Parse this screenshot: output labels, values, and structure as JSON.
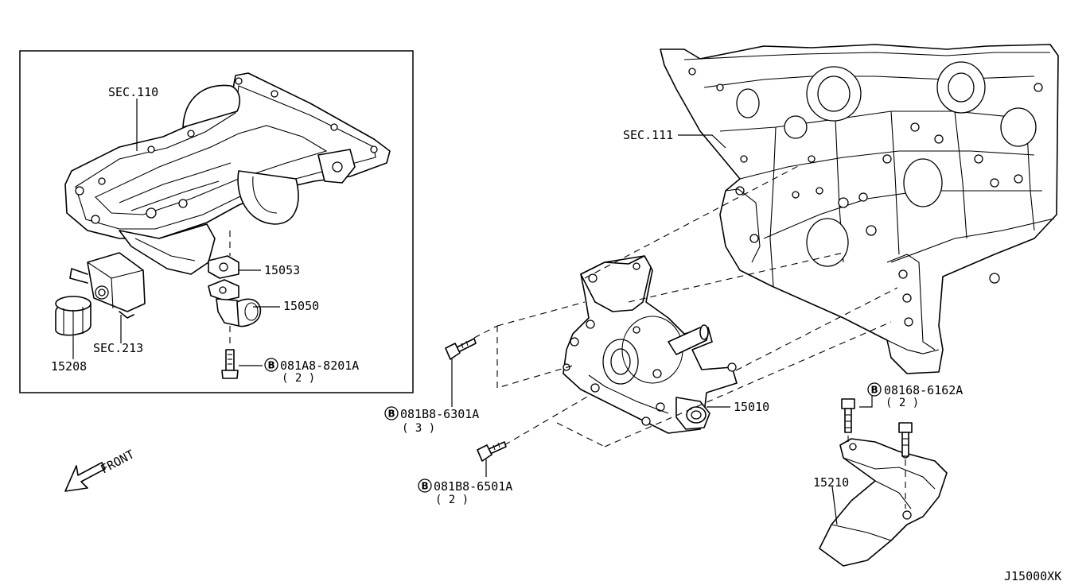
{
  "diagram_id": "J15000XK",
  "front_label": "FRONT",
  "bolt_prefix": "B",
  "callouts": {
    "sec110": "SEC.110",
    "sec111": "SEC.111",
    "sec213": "SEC.213",
    "p15053": "15053",
    "p15050": "15050",
    "p15208": "15208",
    "p15010": "15010",
    "p15210": "15210",
    "b1_part": "081A8-8201A",
    "b1_qty": "( 2 )",
    "b2_part": "081B8-6301A",
    "b2_qty": "( 3 )",
    "b3_part": "081B8-6501A",
    "b3_qty": "( 2 )",
    "b4_part": "08168-6162A",
    "b4_qty": "( 2 )"
  }
}
